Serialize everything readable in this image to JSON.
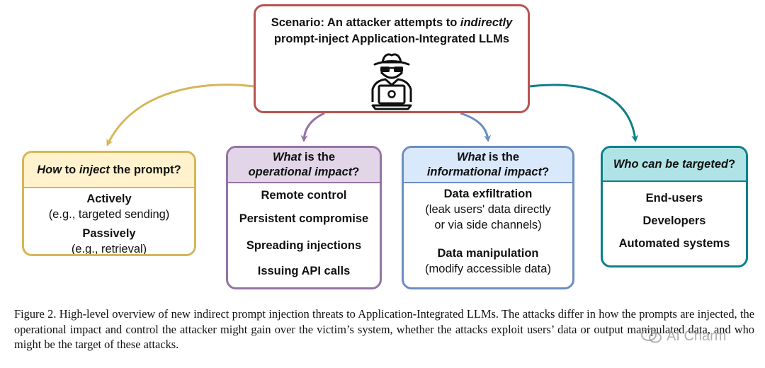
{
  "scenario": {
    "title_pre": "Scenario: An attacker attempts to ",
    "title_em": "indirectly",
    "title_line2": "prompt-inject Application-Integrated LLMs",
    "icon": "hacker-laptop-icon"
  },
  "categories": {
    "how": {
      "header_pre": "How",
      "header_mid": " to ",
      "header_em": "inject",
      "header_post": " the prompt?",
      "items": [
        {
          "title": "Actively",
          "sub": "(e.g., targeted sending)"
        },
        {
          "title": "Passively",
          "sub": "(e.g., retrieval)"
        }
      ]
    },
    "operational": {
      "header_em": "What",
      "header_post": " is the",
      "header_line2_em": "operational impact",
      "header_line2_post": "?",
      "items": [
        "Remote control",
        "Persistent compromise",
        "Spreading injections",
        "Issuing API calls"
      ]
    },
    "informational": {
      "header_em": "What",
      "header_post": " is the",
      "header_line2_em": "informational impact",
      "header_line2_post": "?",
      "items": [
        {
          "title": "Data exfiltration",
          "sub1": "(leak users' data directly",
          "sub2": "or via side channels)"
        },
        {
          "title": "Data manipulation",
          "sub1": "(modify accessible data)"
        }
      ]
    },
    "who": {
      "header_pre": "Who can be ",
      "header_em": "targeted",
      "header_post": "?",
      "items": [
        "End-users",
        "Developers",
        "Automated systems"
      ]
    }
  },
  "colors": {
    "scenario": "#b85450",
    "how": "#d6b656",
    "operational": "#9673a6",
    "informational": "#6c8ebf",
    "who": "#0e8088"
  },
  "caption": "Figure 2.  High-level overview of new indirect prompt injection threats to Application-Integrated LLMs.  The attacks differ in how the prompts are injected, the operational impact and control the attacker might gain over the victim’s system, whether the attacks exploit users’ data or output manipulated data, and who might be the target of these attacks.",
  "watermark": "AI Charm"
}
